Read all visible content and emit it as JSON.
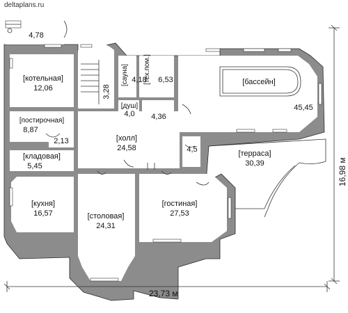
{
  "site": "deltaplans.ru",
  "dimensions": {
    "width": "23,73 м",
    "height": "16,98 м"
  },
  "rooms": {
    "porch": {
      "area": "4,78"
    },
    "boiler": {
      "label": "[котельная]",
      "area": "12,06"
    },
    "laundry": {
      "label": "[постирочная]",
      "area": "8,87"
    },
    "closet_small": {
      "area": "2,13"
    },
    "pantry": {
      "label": "[кладовая]",
      "area": "5,45"
    },
    "kitchen": {
      "label": "[кухня]",
      "area": "16,57"
    },
    "dining": {
      "label": "[столовая]",
      "area": "24,31"
    },
    "living": {
      "label": "[гостиная]",
      "area": "27,53"
    },
    "hall": {
      "label": "[холл]",
      "area": "24,58"
    },
    "corridor": {
      "area": "3,28"
    },
    "sauna": {
      "label": "[сауна]",
      "area": "4,18"
    },
    "tech": {
      "label": "[тех.пом.]",
      "area": "6,53"
    },
    "shower": {
      "label": "[душ]",
      "area": "4,0"
    },
    "anteroom": {
      "area": "4,36"
    },
    "vestibule": {
      "area": "4,5"
    },
    "pool": {
      "label": "[бассейн]",
      "area": "45,45"
    },
    "terrace": {
      "label": "[терраса]",
      "area": "30,39"
    }
  }
}
